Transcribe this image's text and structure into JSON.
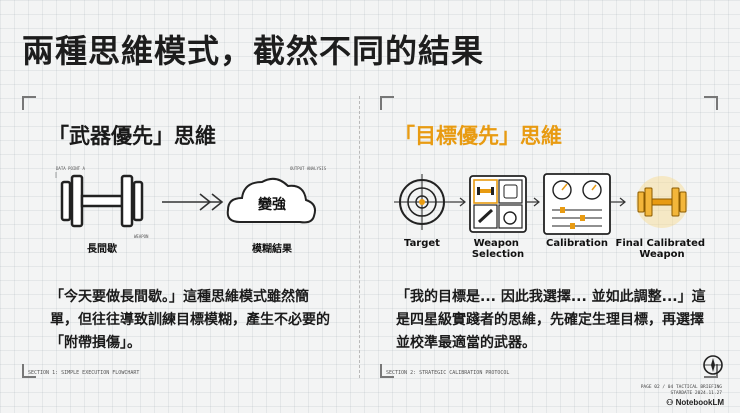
{
  "page": {
    "title": "兩種思維模式，截然不同的結果",
    "footer": {
      "line1": "PAGE 02 / 04  TACTICAL BRIEFING",
      "line2": "STARDATE 2024.11.27",
      "brand": "NotebookLM"
    }
  },
  "left_panel": {
    "title": "「武器優先」思維",
    "diagram": {
      "tag_data": "DATA POINT A",
      "tag_output": "OUTPUT ANALYSIS",
      "tag_weapon": "WEAPON",
      "cloud_text": "變強",
      "label_weapon": "長間歇",
      "label_result": "模糊結果"
    },
    "body": "「今天要做長間歇。」這種思維模式雖然簡單，但往往導致訓練目標模糊，產生不必要的「附帶損傷」。",
    "section_label": "SECTION 1: SIMPLE EXECUTION FLOWCHART"
  },
  "right_panel": {
    "title": "「目標優先」思維",
    "diagram": {
      "steps": [
        "Target",
        "Weapon Selection",
        "Calibration",
        "Final Calibrated Weapon"
      ]
    },
    "body": "「我的目標是... 因此我選擇... 並如此調整...」這是四星級實踐者的思維，先確定生理目標，再選擇並校準最適當的武器。",
    "section_label": "SECTION 2: STRATEGIC CALIBRATION PROTOCOL"
  },
  "colors": {
    "accent_orange": "#e89b12",
    "text": "#1a1a1a"
  }
}
